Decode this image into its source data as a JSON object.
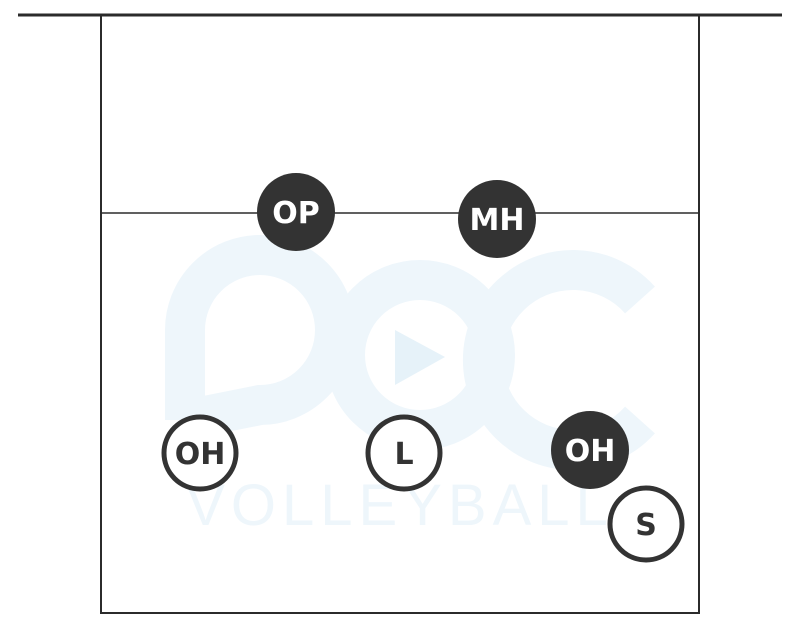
{
  "colors": {
    "line": "#2b2b2b",
    "filled_marker": "#333333",
    "filled_text": "#ffffff",
    "outline_marker_fill": "#ffffff",
    "outline_text": "#333333",
    "watermark": "#eef6fb"
  },
  "watermark": {
    "logo_letters": "AOC",
    "text": "VOLLEYBALL"
  },
  "players": [
    {
      "id": "op",
      "label": "OP",
      "style": "filled"
    },
    {
      "id": "mh",
      "label": "MH",
      "style": "filled"
    },
    {
      "id": "oh-left",
      "label": "OH",
      "style": "outline"
    },
    {
      "id": "l",
      "label": "L",
      "style": "outline"
    },
    {
      "id": "oh-right",
      "label": "OH",
      "style": "filled"
    },
    {
      "id": "s",
      "label": "S",
      "style": "outline"
    }
  ]
}
